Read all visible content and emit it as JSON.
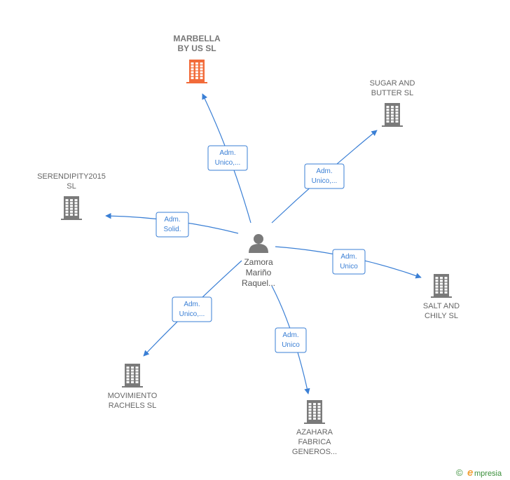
{
  "colors": {
    "company": "#7a7a7a",
    "company_highlight": "#f26b3a",
    "person": "#7a7a7a",
    "edge": "#3a7fd5",
    "brand": "#3a8f3a"
  },
  "person": {
    "icon": "person-icon",
    "label_lines": [
      "Zamora",
      "Mariño",
      "Raquel..."
    ]
  },
  "companies": [
    {
      "id": "marbella",
      "label_lines": [
        "MARBELLA",
        "BY US  SL"
      ],
      "highlight": true,
      "icon": "building-icon"
    },
    {
      "id": "sugar",
      "label_lines": [
        "SUGAR AND",
        "BUTTER SL"
      ],
      "highlight": false,
      "icon": "building-icon"
    },
    {
      "id": "serendipity",
      "label_lines": [
        "SERENDIPITY2015",
        "SL"
      ],
      "highlight": false,
      "icon": "building-icon"
    },
    {
      "id": "salt",
      "label_lines": [
        "SALT AND",
        "CHILY  SL"
      ],
      "highlight": false,
      "icon": "building-icon"
    },
    {
      "id": "movimiento",
      "label_lines": [
        "MOVIMIENTO",
        "RACHELS  SL"
      ],
      "highlight": false,
      "icon": "building-icon"
    },
    {
      "id": "azahara",
      "label_lines": [
        "AZAHARA",
        "FABRICA",
        "GENEROS..."
      ],
      "highlight": false,
      "icon": "building-icon"
    }
  ],
  "edges": [
    {
      "to": "marbella",
      "label_lines": [
        "Adm.",
        "Unico,..."
      ]
    },
    {
      "to": "sugar",
      "label_lines": [
        "Adm.",
        "Unico,..."
      ]
    },
    {
      "to": "serendipity",
      "label_lines": [
        "Adm.",
        "Solid."
      ]
    },
    {
      "to": "salt",
      "label_lines": [
        "Adm.",
        "Unico"
      ]
    },
    {
      "to": "movimiento",
      "label_lines": [
        "Adm.",
        "Unico,..."
      ]
    },
    {
      "to": "azahara",
      "label_lines": [
        "Adm.",
        "Unico"
      ]
    }
  ],
  "footer": {
    "copyright_symbol": "©",
    "brand_initial": "e",
    "brand_rest": "mpresia"
  }
}
